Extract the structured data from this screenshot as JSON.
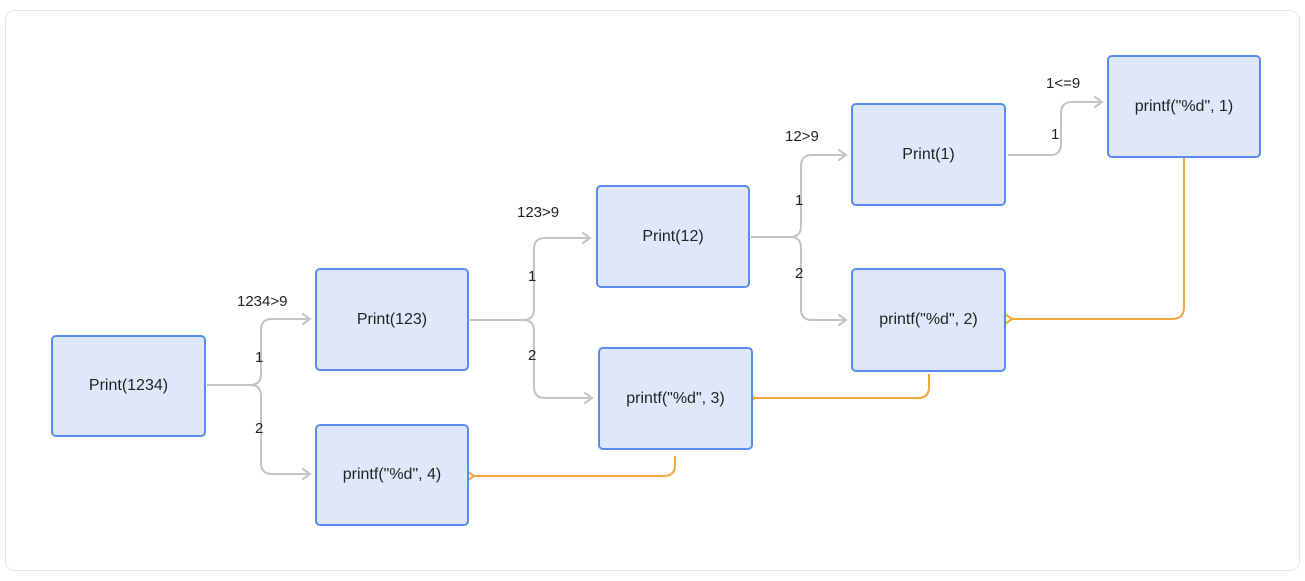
{
  "nodes": {
    "print1234": "Print(1234)",
    "print123": "Print(123)",
    "print12": "Print(12)",
    "print1": "Print(1)",
    "printf1": "printf(\"%d\", 1)",
    "printf2": "printf(\"%d\", 2)",
    "printf3": "printf(\"%d\", 3)",
    "printf4": "printf(\"%d\", 4)"
  },
  "conditions": {
    "c1234": "1234>9",
    "c123": "123>9",
    "c12": "12>9",
    "c1": "1<=9"
  },
  "branches": {
    "b1a": "1",
    "b1b": "2",
    "b2a": "1",
    "b2b": "2",
    "b3a": "1",
    "b3b": "2",
    "b4a": "1"
  },
  "colors": {
    "node_fill": "#dfe8fb",
    "node_border": "#5b8bec",
    "call_arrow": "#c4c4c4",
    "return_arrow": "#f5a83a"
  }
}
